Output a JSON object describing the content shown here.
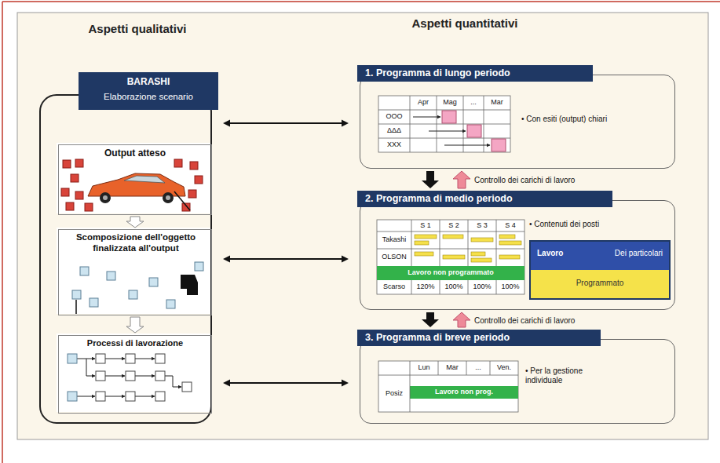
{
  "diagram": {
    "nodes": [
      {
        "text": [
          "BARASHI",
          "Elaborazione scenario"
        ]
      },
      {
        "text": [
          "Output atteso"
        ],
        "in": 0
      },
      {
        "text": [
          "Scomposizione dell'oggetto finalizzata all'output"
        ],
        "in": 0
      },
      {
        "text": [
          "Processi di lavorazione"
        ],
        "in": 0
      },
      {
        "text": [
          "1. Programma di lungo periodo",
          "• Con esiti (output) chiari"
        ]
      },
      {
        "text": [
          "2. Programma di medio periodo",
          "• Contenuti dei posti"
        ]
      },
      {
        "text": [
          "Lavoro",
          "Dei particolari",
          "Programmato"
        ],
        "in": 5
      },
      {
        "text": [
          "3. Programma di breve periodo",
          "• Per la gestione individuale"
        ]
      }
    ],
    "edges": [
      {
        "from": 1,
        "to": 2,
        "arrow": "to"
      },
      {
        "from": 2,
        "to": 3,
        "arrow": "to"
      },
      {
        "from": 0,
        "to": 4,
        "arrow": "both"
      },
      {
        "from": 0,
        "to": 5,
        "arrow": "both"
      },
      {
        "from": 0,
        "to": 7,
        "arrow": "both"
      },
      {
        "from": 4,
        "to": 5,
        "arrow": "to"
      },
      {
        "from": 5,
        "to": 4,
        "arrow": "to",
        "label": "Controllo dei carichi di lavoro"
      },
      {
        "from": 5,
        "to": 7,
        "arrow": "to"
      },
      {
        "from": 7,
        "to": 5,
        "arrow": "to",
        "label": "Controllo dei carichi di lavoro"
      }
    ],
    "labels": [
      "Aspetti qualitativi",
      "Aspetti quantitativi",
      "Apr",
      "Mag",
      "...",
      "Mar",
      "OOO",
      "ΔΔΔ",
      "XXX",
      "S 1",
      "S 2",
      "S 3",
      "S 4",
      "Takashi",
      "OLSON",
      "Lavoro non programmato",
      "Scarso",
      "120%",
      "100%",
      "100%",
      "100%",
      "Lun",
      "Mar",
      "...",
      "Ven.",
      "Posiz",
      "Lavoro non prog."
    ]
  }
}
